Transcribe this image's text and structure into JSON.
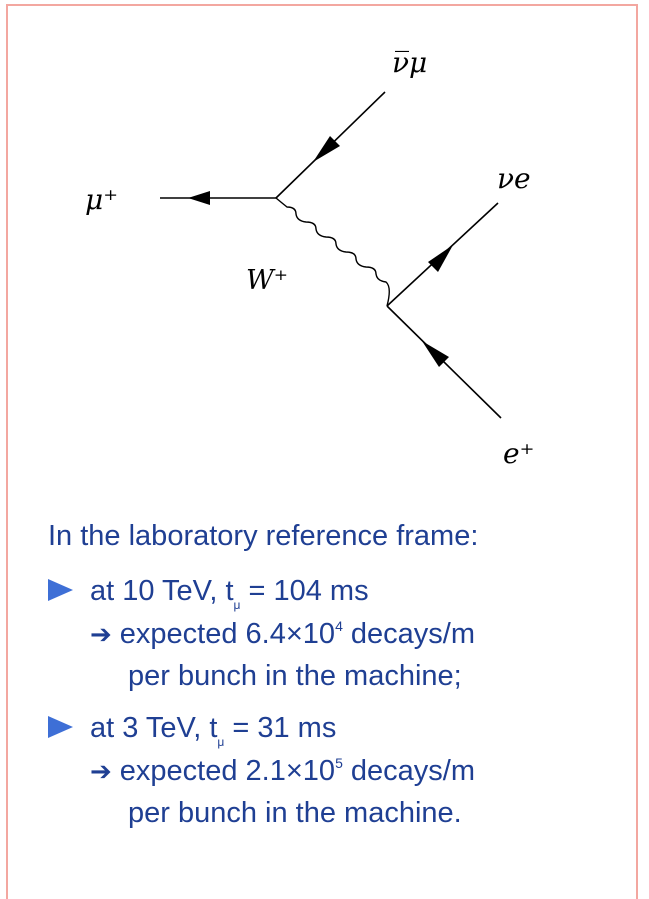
{
  "diagram": {
    "labels": {
      "nubar_mu": "ν̅μ",
      "mu_plus": "μ⁺",
      "nu_e": "νe",
      "w_plus": "W⁺",
      "e_plus": "e⁺"
    }
  },
  "text": {
    "heading": "In the laboratory reference frame:",
    "bullets": [
      {
        "prefix": "at 10 TeV, t",
        "sub": "μ",
        "suffix": " = 104 ms",
        "line1_pre": "expected 6.4×10",
        "line1_sup": "4",
        "line1_post": " decays/m",
        "line2": "per bunch in the machine;"
      },
      {
        "prefix": "at 3 TeV, t",
        "sub": "μ",
        "suffix": " = 31 ms",
        "line1_pre": "expected 2.1×10",
        "line1_sup": "5",
        "line1_post": " decays/m",
        "line2": "per bunch in the machine."
      }
    ]
  },
  "colors": {
    "text": "#1f3f93",
    "bullet": "#3e6fd6",
    "frame": "#f3a7a0"
  }
}
